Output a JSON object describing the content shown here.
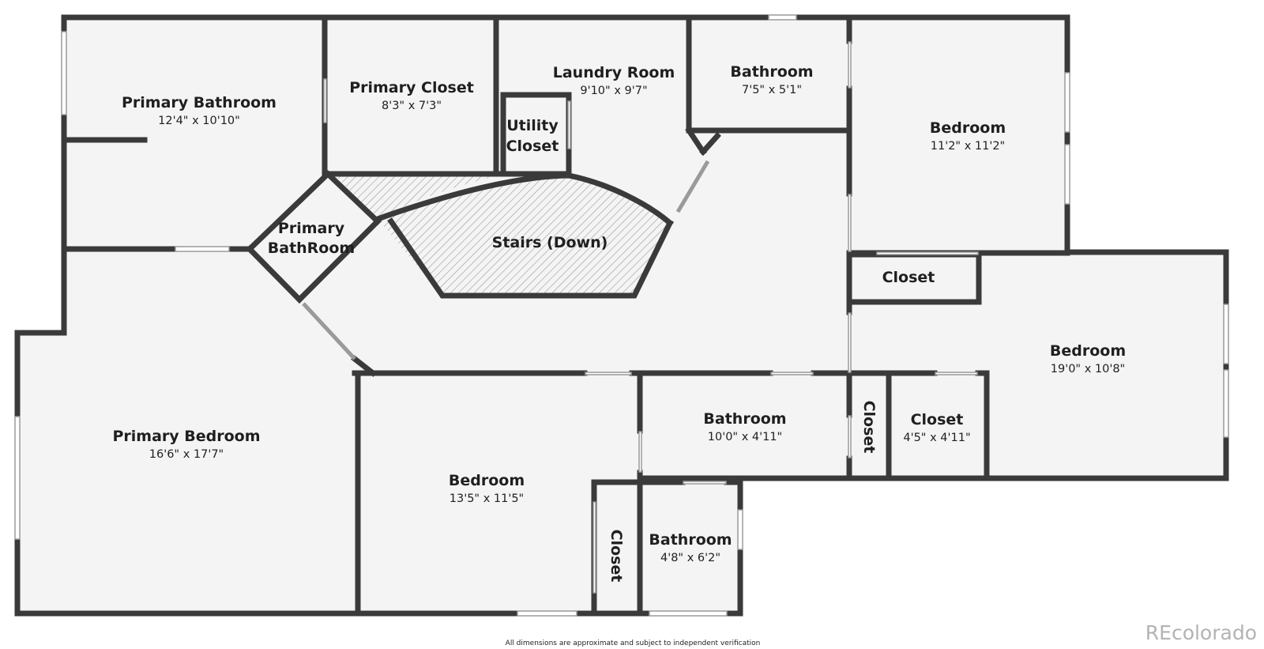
{
  "rooms": {
    "primary_bathroom": {
      "name": "Primary Bathroom",
      "dims": "12'4\" x 10'10\""
    },
    "primary_closet": {
      "name": "Primary Closet",
      "dims": "8'3\" x 7'3\""
    },
    "laundry_room": {
      "name": "Laundry Room",
      "dims": "9'10\" x 9'7\""
    },
    "utility_closet": {
      "name_line1": "Utility",
      "name_line2": "Closet"
    },
    "bathroom_top": {
      "name": "Bathroom",
      "dims": "7'5\" x 5'1\""
    },
    "bedroom_top_right": {
      "name": "Bedroom",
      "dims": "11'2\" x 11'2\""
    },
    "primary_bathroom_small": {
      "name_line1": "Primary",
      "name_line2": "BathRoom"
    },
    "stairs": {
      "name": "Stairs (Down)"
    },
    "closet_right": {
      "name": "Closet"
    },
    "bedroom_right": {
      "name": "Bedroom",
      "dims": "19'0\" x 10'8\""
    },
    "primary_bedroom": {
      "name": "Primary Bedroom",
      "dims": "16'6\" x 17'7\""
    },
    "bedroom_bottom": {
      "name": "Bedroom",
      "dims": "13'5\" x 11'5\""
    },
    "bathroom_middle": {
      "name": "Bathroom",
      "dims": "10'0\" x 4'11\""
    },
    "closet_vertical_right": {
      "name": "Closet"
    },
    "closet_small": {
      "name": "Closet",
      "dims": "4'5\" x 4'11\""
    },
    "closet_vertical_bottom": {
      "name": "Closet"
    },
    "bathroom_bottom": {
      "name": "Bathroom",
      "dims": "4'8\" x 6'2\""
    }
  },
  "footer": {
    "disclaimer": "All dimensions are approximate and subject to independent verification",
    "watermark": "REcolorado"
  },
  "colors": {
    "wall": "#3a3a3a",
    "floor": "#f4f4f4",
    "hatch": "#999999"
  }
}
